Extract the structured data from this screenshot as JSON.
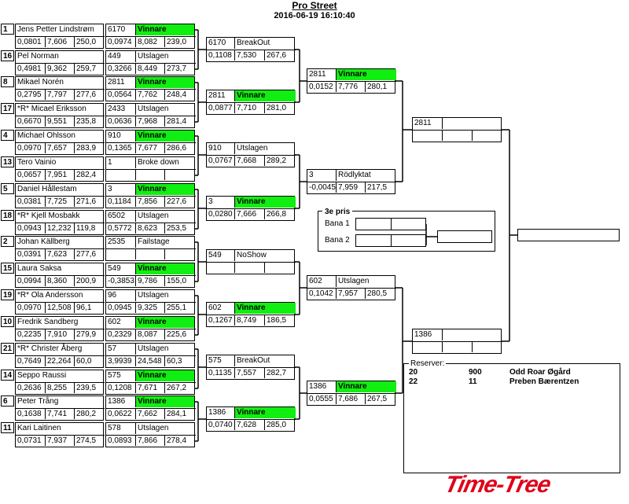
{
  "header": {
    "title": "Pro Street",
    "datetime": "2016-06-19 16:10:40"
  },
  "colors": {
    "winner": "#11ee11",
    "logo": "#e0001a"
  },
  "round1": [
    {
      "seed": "1",
      "name": "Jens Petter Lindstrøm",
      "rt": "0,0801",
      "et": "7,606",
      "speed": "250,0",
      "car": "6170",
      "result": "Vinnare",
      "rt2": "0,0974",
      "et2": "8,082",
      "speed2": "239,0",
      "win": true
    },
    {
      "seed": "16",
      "name": "Pel Norman",
      "rt": "0,4981",
      "et": "9,362",
      "speed": "259,7",
      "car": "449",
      "result": "Utslagen",
      "rt2": "0,3266",
      "et2": "8,449",
      "speed2": "273,7",
      "win": false
    },
    {
      "seed": "8",
      "name": "Mikael Norén",
      "rt": "0,2795",
      "et": "7,797",
      "speed": "277,6",
      "car": "2811",
      "result": "Vinnare",
      "rt2": "0,0564",
      "et2": "7,762",
      "speed2": "248,4",
      "win": true
    },
    {
      "seed": "17",
      "name": "*R* Micael Eriksson",
      "rt": "0,6670",
      "et": "9,551",
      "speed": "235,8",
      "car": "2433",
      "result": "Utslagen",
      "rt2": "0,0636",
      "et2": "7,968",
      "speed2": "281,4",
      "win": false
    },
    {
      "seed": "4",
      "name": "Michael Ohlsson",
      "rt": "0,0970",
      "et": "7,657",
      "speed": "283,9",
      "car": "910",
      "result": "Vinnare",
      "rt2": "0,1365",
      "et2": "7,677",
      "speed2": "286,6",
      "win": true
    },
    {
      "seed": "13",
      "name": "Tero Vainio",
      "rt": "0,0657",
      "et": "7,951",
      "speed": "282,4",
      "car": "1",
      "result": "Broke down",
      "rt2": "",
      "et2": "",
      "speed2": "",
      "win": false
    },
    {
      "seed": "5",
      "name": "Daniel Hållestam",
      "rt": "0,0381",
      "et": "7,725",
      "speed": "271,6",
      "car": "3",
      "result": "Vinnare",
      "rt2": "0,1184",
      "et2": "7,856",
      "speed2": "227,6",
      "win": true
    },
    {
      "seed": "18",
      "name": "*R* Kjell Mosbakk",
      "rt": "0,0943",
      "et": "12,232",
      "speed": "119,8",
      "car": "6502",
      "result": "Utslagen",
      "rt2": "0,5772",
      "et2": "8,623",
      "speed2": "253,5",
      "win": false
    },
    {
      "seed": "2",
      "name": "Johan Källberg",
      "rt": "0,0391",
      "et": "7,623",
      "speed": "277,6",
      "car": "2535",
      "result": "Failstage",
      "rt2": "",
      "et2": "",
      "speed2": "",
      "win": false
    },
    {
      "seed": "15",
      "name": "Laura Saksa",
      "rt": "0,0994",
      "et": "8,360",
      "speed": "200,9",
      "car": "549",
      "result": "Vinnare",
      "rt2": "-0,3853",
      "et2": "9,786",
      "speed2": "155,0",
      "win": true
    },
    {
      "seed": "19",
      "name": "*R* Ola Andersson",
      "rt": "0,0970",
      "et": "12,508",
      "speed": "96,1",
      "car": "96",
      "result": "Utslagen",
      "rt2": "0,0945",
      "et2": "9,325",
      "speed2": "255,1",
      "win": false
    },
    {
      "seed": "10",
      "name": "Fredrik Sandberg",
      "rt": "0,2235",
      "et": "7,910",
      "speed": "279,9",
      "car": "602",
      "result": "Vinnare",
      "rt2": "0,2329",
      "et2": "8,087",
      "speed2": "225,6",
      "win": true
    },
    {
      "seed": "21",
      "name": "*R* Christer Åberg",
      "rt": "0,7649",
      "et": "22,264",
      "speed": "60,0",
      "car": "57",
      "result": "Utslagen",
      "rt2": "3,9939",
      "et2": "24,548",
      "speed2": "60,3",
      "win": false
    },
    {
      "seed": "14",
      "name": "Seppo Raussi",
      "rt": "0,2636",
      "et": "8,255",
      "speed": "239,5",
      "car": "575",
      "result": "Vinnare",
      "rt2": "0,1208",
      "et2": "7,671",
      "speed2": "267,2",
      "win": true
    },
    {
      "seed": "6",
      "name": "Peter Trång",
      "rt": "0,1638",
      "et": "7,741",
      "speed": "280,2",
      "car": "1386",
      "result": "Vinnare",
      "rt2": "0,0622",
      "et2": "7,662",
      "speed2": "284,1",
      "win": true
    },
    {
      "seed": "11",
      "name": "Kari Laitinen",
      "rt": "0,0731",
      "et": "7,937",
      "speed": "274,5",
      "car": "578",
      "result": "Utslagen",
      "rt2": "0,0893",
      "et2": "7,866",
      "speed2": "278,4",
      "win": false
    }
  ],
  "round2": [
    {
      "car": "6170",
      "result": "BreakOut",
      "rt": "0,1108",
      "et": "7,530",
      "speed": "267,6",
      "win": false
    },
    {
      "car": "2811",
      "result": "Vinnare",
      "rt": "0,0877",
      "et": "7,710",
      "speed": "281,0",
      "win": true
    },
    {
      "car": "910",
      "result": "Utslagen",
      "rt": "0,0767",
      "et": "7,668",
      "speed": "289,2",
      "win": false
    },
    {
      "car": "3",
      "result": "Vinnare",
      "rt": "0,0280",
      "et": "7,666",
      "speed": "266,8",
      "win": true
    },
    {
      "car": "549",
      "result": "NoShow",
      "rt": "",
      "et": "",
      "speed": "",
      "win": false
    },
    {
      "car": "602",
      "result": "Vinnare",
      "rt": "0,1267",
      "et": "8,749",
      "speed": "186,5",
      "win": true
    },
    {
      "car": "575",
      "result": "BreakOut",
      "rt": "0,1135",
      "et": "7,557",
      "speed": "282,7",
      "win": false
    },
    {
      "car": "1386",
      "result": "Vinnare",
      "rt": "0,0740",
      "et": "7,628",
      "speed": "285,0",
      "win": true
    }
  ],
  "round3": [
    {
      "car": "2811",
      "result": "Vinnare",
      "rt": "0,0152",
      "et": "7,776",
      "speed": "280,1",
      "win": true
    },
    {
      "car": "3",
      "result": "Rödlyktat",
      "rt": "-0,0045",
      "et": "7,959",
      "speed": "217,5",
      "win": false
    },
    {
      "car": "602",
      "result": "Utslagen",
      "rt": "0,1042",
      "et": "7,957",
      "speed": "280,5",
      "win": false
    },
    {
      "car": "1386",
      "result": "Vinnare",
      "rt": "0,0555",
      "et": "7,686",
      "speed": "267,5",
      "win": true
    }
  ],
  "round4": [
    {
      "car": "2811",
      "result": "",
      "rt": "",
      "et": "",
      "speed": "",
      "win": false
    },
    {
      "car": "1386",
      "result": "",
      "rt": "",
      "et": "",
      "speed": "",
      "win": false
    }
  ],
  "third": {
    "title": "3e pris",
    "lane1": "Bana 1",
    "lane2": "Bana 2"
  },
  "reserves": {
    "title": "Reserver:",
    "rows": [
      {
        "a": "20",
        "b": "900",
        "name": "Odd Roar Øgård"
      },
      {
        "a": "22",
        "b": "11",
        "name": "Preben Bærentzen"
      }
    ]
  },
  "logo": "Time-Tree"
}
